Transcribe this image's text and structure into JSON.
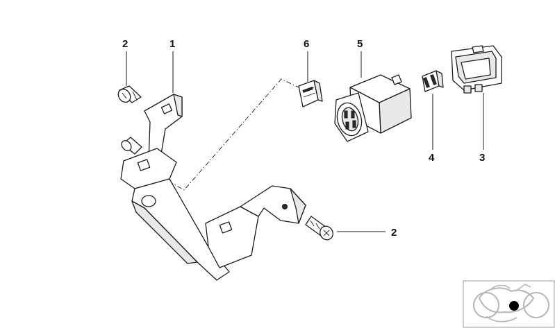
{
  "diagram": {
    "callouts": [
      {
        "id": "callout-1",
        "label": "1"
      },
      {
        "id": "callout-2-top",
        "label": "2"
      },
      {
        "id": "callout-6",
        "label": "6"
      },
      {
        "id": "callout-5",
        "label": "5"
      },
      {
        "id": "callout-4",
        "label": "4"
      },
      {
        "id": "callout-3",
        "label": "3"
      },
      {
        "id": "callout-2-right",
        "label": "2"
      }
    ]
  },
  "thumbnail": {
    "icon": "motorcycle-locator-icon"
  }
}
